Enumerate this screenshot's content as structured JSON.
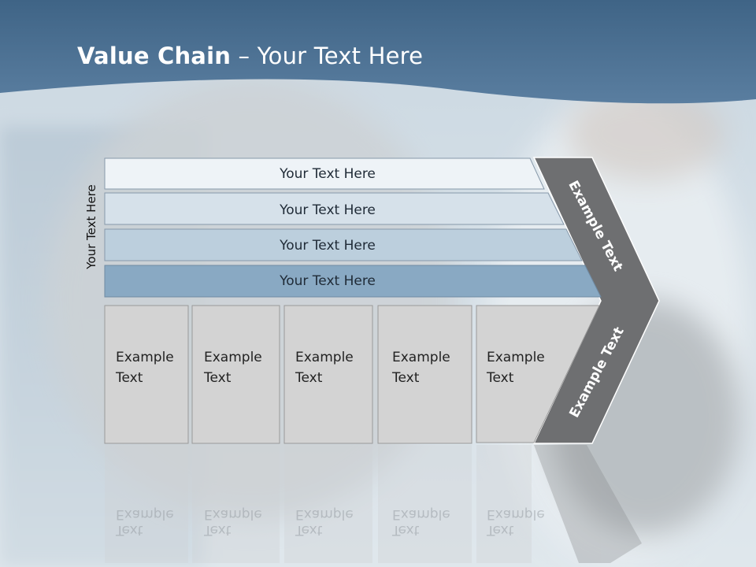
{
  "slide": {
    "title_bold": "Value Chain",
    "title_rest": " – Your Text Here",
    "side_label": "Your Text Here"
  },
  "bars": [
    {
      "label": "Your Text Here",
      "color": "#eef3f7"
    },
    {
      "label": "Your Text Here",
      "color": "#d6e1ea"
    },
    {
      "label": "Your Text Here",
      "color": "#bccfdd"
    },
    {
      "label": "Your Text Here",
      "color": "#89a9c3"
    }
  ],
  "boxes": [
    {
      "line1": "Example",
      "line2": "Text"
    },
    {
      "line1": "Example",
      "line2": "Text"
    },
    {
      "line1": "Example",
      "line2": "Text"
    },
    {
      "line1": "Example",
      "line2": "Text"
    },
    {
      "line1": "Example",
      "line2": "Text"
    }
  ],
  "chevron": {
    "upper_label": "Example Text",
    "lower_label": "Example Text",
    "color": "#6e6f71"
  },
  "colors": {
    "header_top": "#3f6486",
    "header_bottom": "#5a7ea0",
    "box_fill": "#d3d3d3",
    "box_stroke": "#9a9a9a"
  }
}
